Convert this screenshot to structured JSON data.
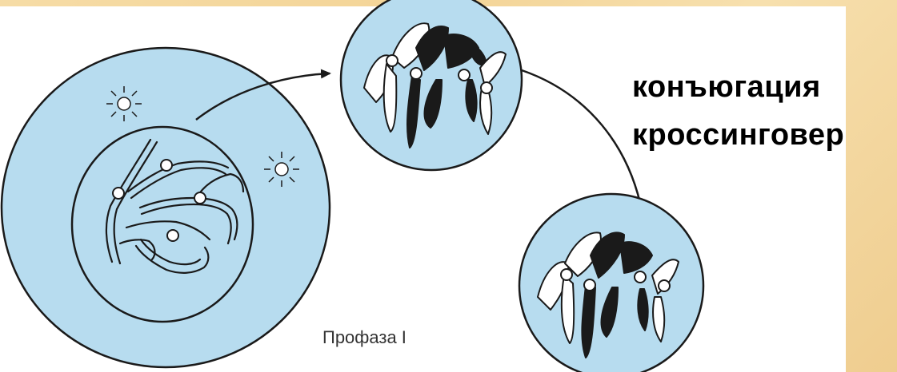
{
  "labels": {
    "term_conjugation": "конъюгация",
    "term_crossingover": "кроссинговер",
    "phase": "Профаза I"
  },
  "colors": {
    "cell_fill": "#b7dcef",
    "outline": "#1a1a1a",
    "slide_background": "#f5d9a3",
    "panel": "#ffffff"
  },
  "icons": [
    "centriole-icon",
    "centriole-icon",
    "arrow-icon",
    "arrow-icon"
  ]
}
